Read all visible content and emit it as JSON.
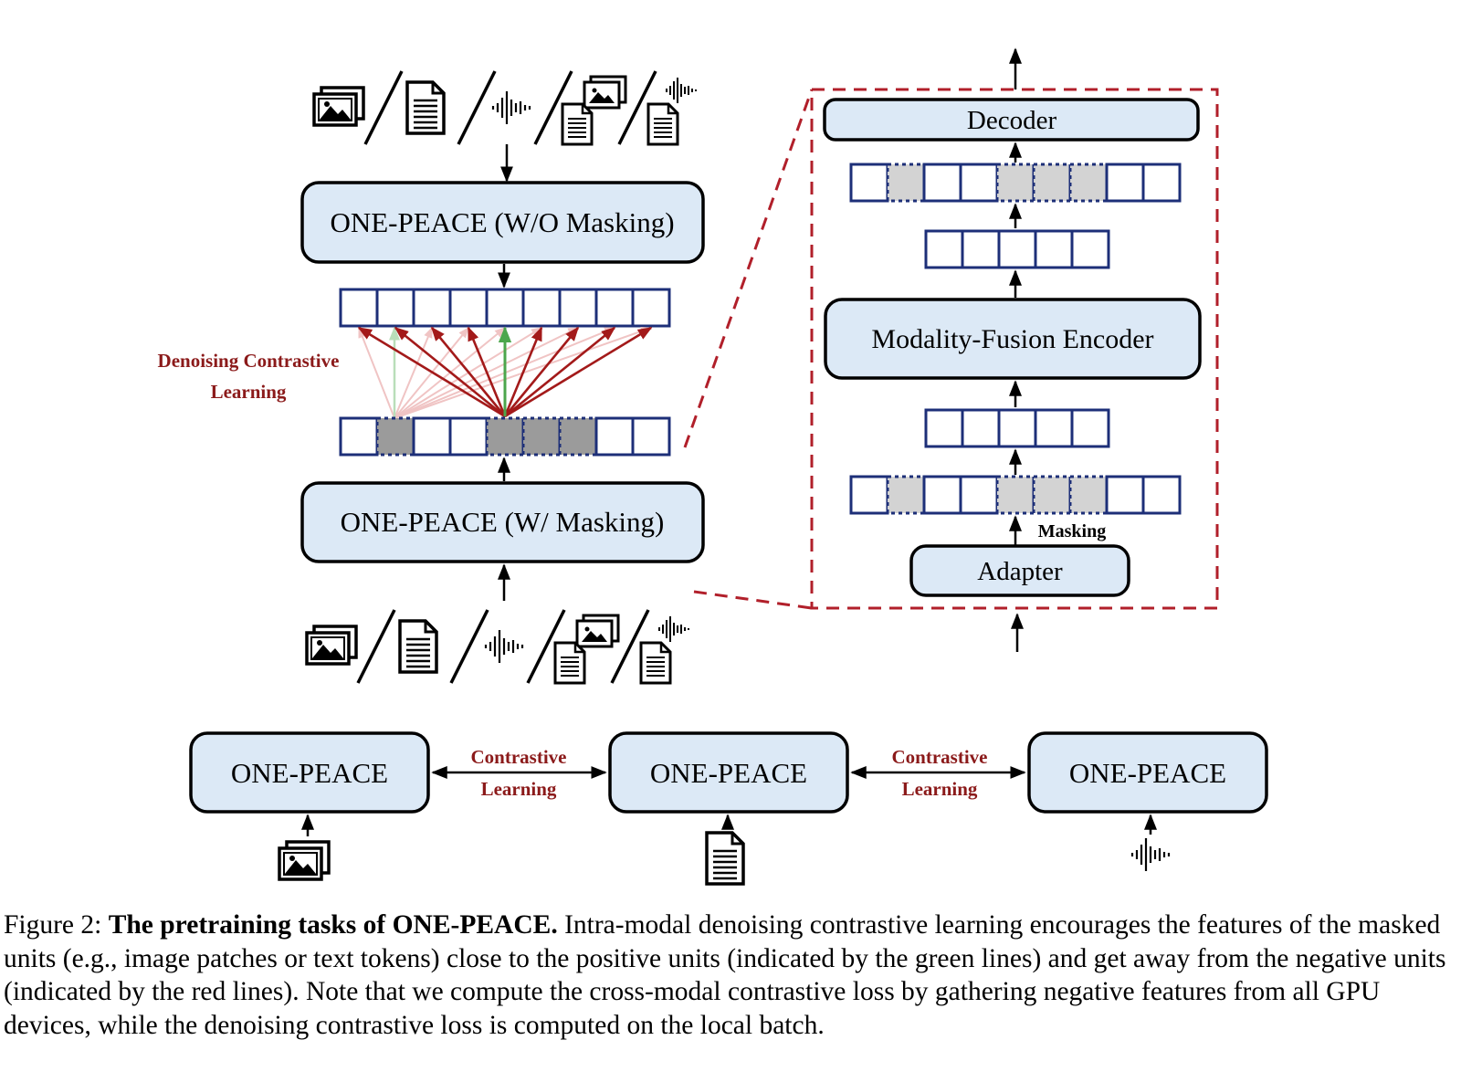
{
  "top": {
    "encoder_nomask": "ONE-PEACE (W/O Masking)",
    "encoder_mask": "ONE-PEACE (W/ Masking)",
    "dcl_line1": "Denoising Contrastive",
    "dcl_line2": "Learning"
  },
  "detail": {
    "decoder": "Decoder",
    "fusion": "Modality-Fusion Encoder",
    "adapter": "Adapter",
    "masking": "Masking"
  },
  "bottom": {
    "model_image": "ONE-PEACE",
    "model_text": "ONE-PEACE",
    "model_audio": "ONE-PEACE",
    "cl_left_1": "Contrastive",
    "cl_left_2": "Learning",
    "cl_right_1": "Contrastive",
    "cl_right_2": "Learning"
  },
  "icons": [
    "image-icon",
    "document-icon",
    "audio-waveform-icon",
    "image-text-pair-icon",
    "audio-text-pair-icon"
  ],
  "colors": {
    "box_fill": "#dce9f6",
    "token_stroke": "#1d2f78",
    "masked_dark": "#9b9b9b",
    "masked_light": "#d3d3d3",
    "negative_red": "#a31a1a",
    "positive_green": "#4ca64c",
    "dashed_frame": "#b11f2a"
  },
  "caption": {
    "label": "Figure 2:",
    "title": "The pretraining tasks of ONE-PEACE.",
    "body": "Intra-modal denoising contrastive learning encourages the features of the masked units (e.g., image patches or text tokens) close to the positive units (indicated by the green lines) and get away from the negative units (indicated by the red lines). Note that we compute the cross-modal contrastive loss by gathering negative features from all GPU devices, while the denoising contrastive loss is computed on the local batch."
  }
}
